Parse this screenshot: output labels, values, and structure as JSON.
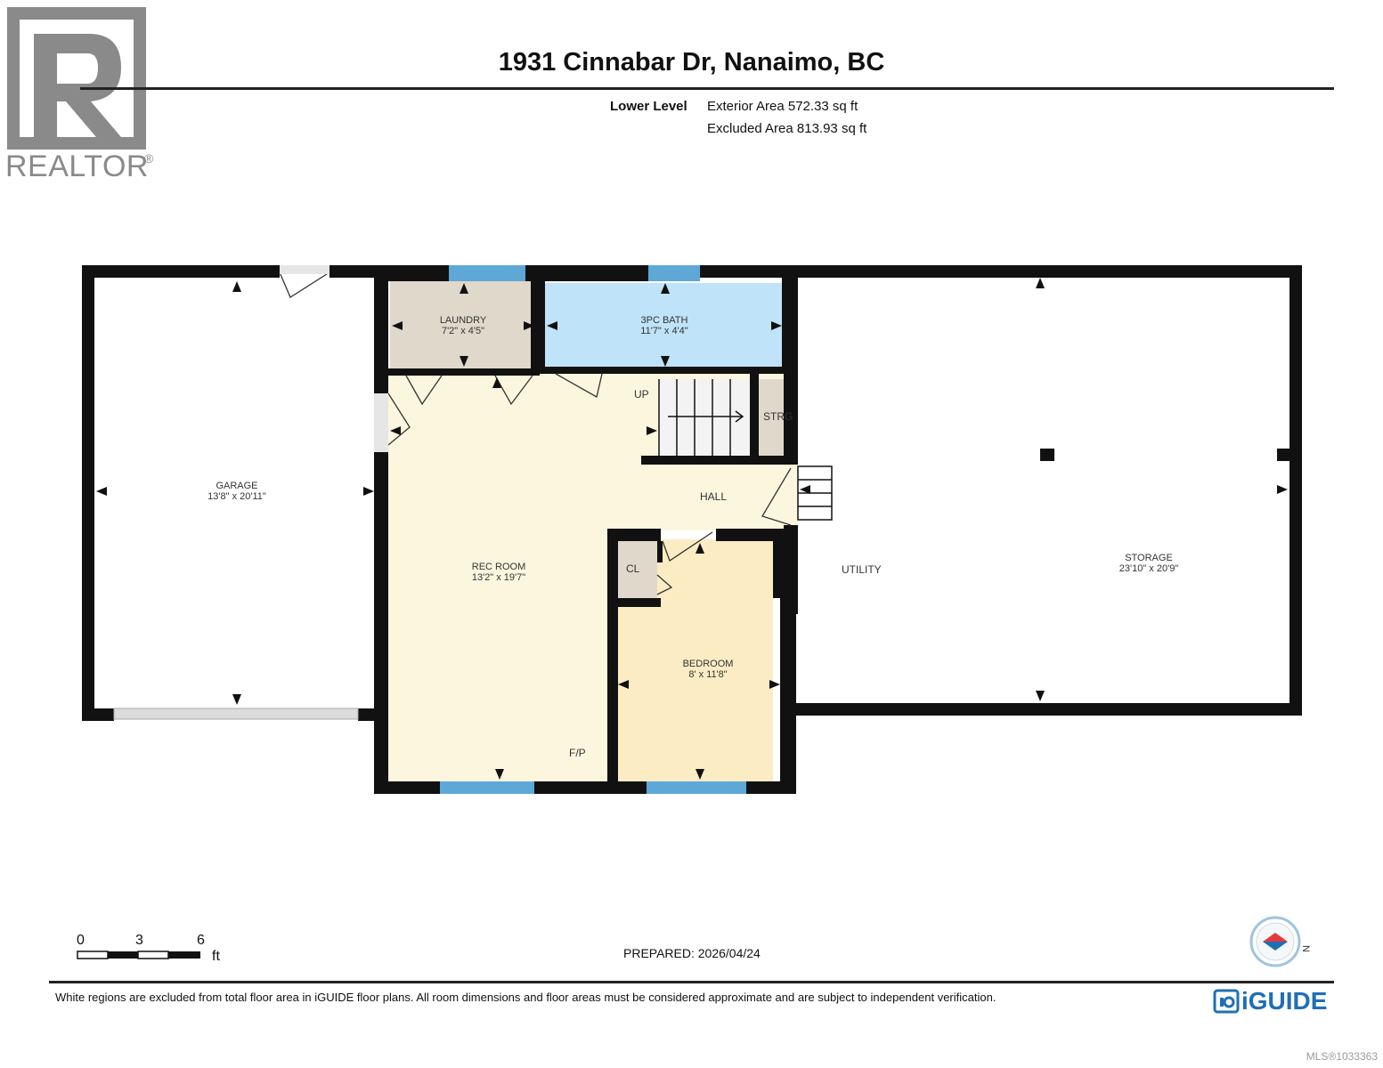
{
  "header": {
    "title": "1931 Cinnabar Dr, Nanaimo, BC",
    "level_name": "Lower Level",
    "exterior_area": "Exterior Area 572.33 sq ft",
    "excluded_area": "Excluded Area 813.93 sq ft"
  },
  "logo": {
    "text": "REALTOR"
  },
  "rooms": {
    "laundry": {
      "name": "LAUNDRY",
      "dims": "7'2\" x 4'5\""
    },
    "bath": {
      "name": "3PC BATH",
      "dims": "11'7\" x 4'4\""
    },
    "garage": {
      "name": "GARAGE",
      "dims": "13'8\" x 20'11\""
    },
    "rec_room": {
      "name": "REC ROOM",
      "dims": "13'2\" x 19'7\""
    },
    "bedroom": {
      "name": "BEDROOM",
      "dims": "8' x 11'8\""
    },
    "storage": {
      "name": "STORAGE",
      "dims": "23'10\" x 20'9\""
    },
    "utility": "UTILITY",
    "hall": "HALL",
    "strg": "STRG",
    "closet": "CL",
    "up": "UP",
    "fireplace": "F/P"
  },
  "scale": {
    "ticks": [
      "0",
      "3",
      "6"
    ],
    "unit": "ft"
  },
  "prepared": "PREPARED: 2026/04/24",
  "footer_note": "White regions are excluded from total floor area in iGUIDE floor plans. All room dimensions and floor areas must be considered approximate and are subject to independent verification.",
  "brand": "iGUIDE",
  "mls": "MLS®1033363",
  "compass": {
    "label": "N"
  },
  "colors": {
    "rec_room": "#fdf6df",
    "bedroom": "#fbecc4",
    "laundry": "#e0d8cb",
    "bath": "#bfe3f8",
    "closet": "#e0d8cb",
    "wall": "#111111",
    "window": "#5ea8d8"
  }
}
